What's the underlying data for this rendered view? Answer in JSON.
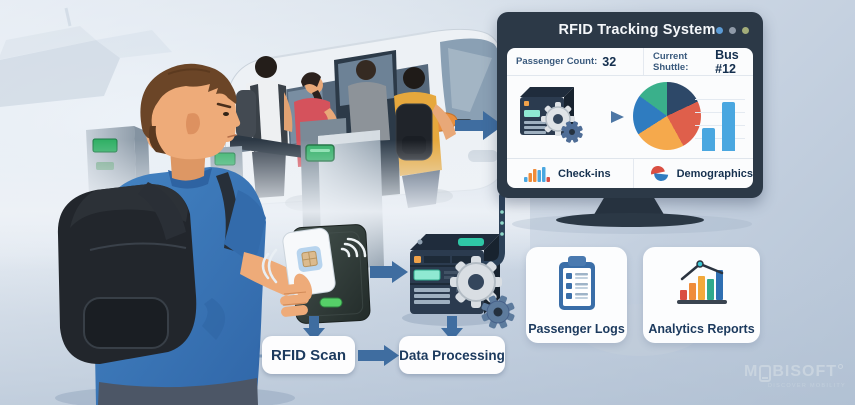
{
  "monitor": {
    "title": "RFID Tracking System",
    "stats": {
      "passenger_count_label": "Passenger Count:",
      "passenger_count_value": "32",
      "current_shuttle_label": "Current Shuttle:",
      "current_shuttle_value": "Bus #12"
    },
    "legend": {
      "checkins": "Check-ins",
      "demographics": "Demographics"
    }
  },
  "flow": {
    "rfid_scan": "RFID Scan",
    "data_processing": "Data Processing"
  },
  "cards": {
    "passenger_logs": "Passenger Logs",
    "analytics_reports": "Analytics Reports"
  },
  "logo": {
    "brand_prefix": "M",
    "brand_suffix": "BISOFT",
    "tagline": "DISCOVER MOBILITY"
  },
  "chart_data": [
    {
      "type": "pie",
      "context": "monitor dashboard pie",
      "slices": [
        {
          "color": "#2d4868",
          "percent": 18
        },
        {
          "color": "#df5f4b",
          "percent": 24
        },
        {
          "color": "#f5a94c",
          "percent": 24
        },
        {
          "color": "#2f7cc0",
          "percent": 19
        },
        {
          "color": "#3ab08b",
          "percent": 15
        }
      ]
    },
    {
      "type": "bar",
      "context": "monitor dashboard bars",
      "values": [
        40,
        85
      ],
      "color": "#4aa7e0"
    }
  ],
  "colors": {
    "monitor_frame": "#2c3947",
    "flow_arrow": "#3f6da0",
    "label_text": "#1c3a5e",
    "reader_led_green": "#56cf68",
    "turnstile_screen_green": "#31b066",
    "window_dots": [
      "#5b9bd5",
      "#8f9aa8",
      "#a3ad7a"
    ]
  }
}
